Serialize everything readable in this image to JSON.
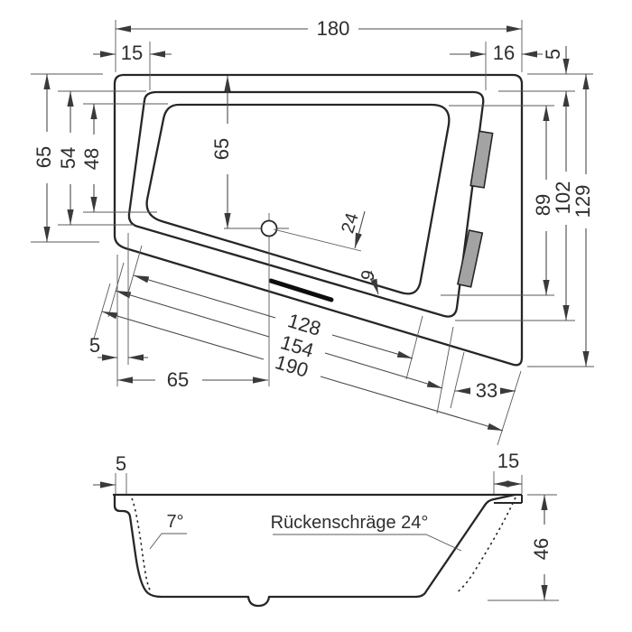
{
  "drawing_title": "bathtub-technical-drawing",
  "accent_colors": {
    "line": "#262626",
    "dimension": "#4a4a4a",
    "handle_fill": "#a3a3a3"
  },
  "plan": {
    "top": {
      "total_width": "180",
      "left_rim": "15",
      "right_rim": "16",
      "right_rim_depth": "5"
    },
    "left": {
      "outer_height": "65",
      "shell_height": "54",
      "basin_height": "48"
    },
    "center": {
      "drain_from_top": "65",
      "drain_offset": "24",
      "edge_gap": "9"
    },
    "right": {
      "basin_length": "89",
      "shell_length": "102",
      "outer_length": "129"
    },
    "bottom": {
      "basin_slant": "128",
      "shell_slant": "154",
      "outer_slant": "190",
      "corner_offset": "5",
      "drain_from_left": "65",
      "foot_width": "33"
    }
  },
  "section": {
    "lip_left": "5",
    "lip_right": "15",
    "height": "46",
    "front_angle": "7°",
    "back_slope": "Rückenschräge 24°"
  }
}
